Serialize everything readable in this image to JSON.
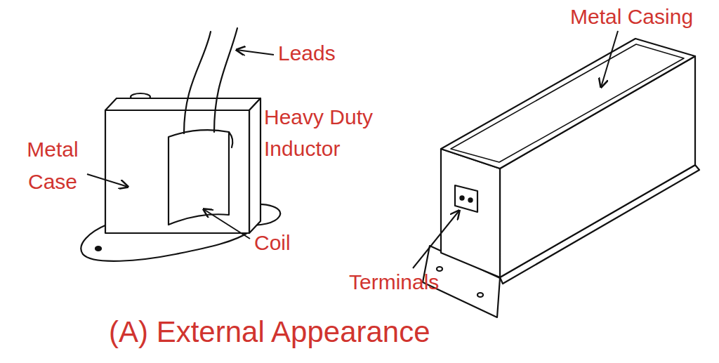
{
  "diagram": {
    "caption": "(A) External Appearance",
    "labels": [
      "Leads",
      "Heavy Duty Inductor",
      "Metal Case",
      "Coil",
      "Metal Casing",
      "Terminals"
    ]
  }
}
